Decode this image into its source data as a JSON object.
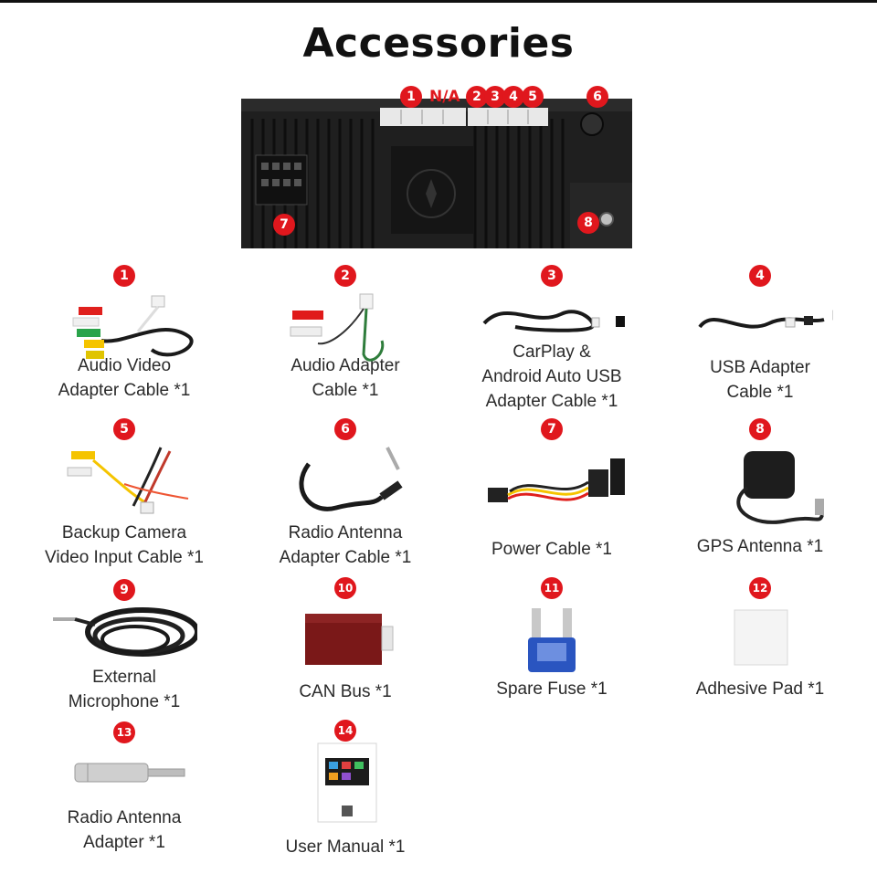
{
  "title": "Accessories",
  "unit_labels": {
    "b1": "1",
    "na": "N/A",
    "b2": "2",
    "b3": "3",
    "b4": "4",
    "b5": "5",
    "b6": "6",
    "b7": "7",
    "b8": "8"
  },
  "items": [
    {
      "num": "1",
      "label": "Audio Video\nAdapter Cable *1"
    },
    {
      "num": "2",
      "label": "Audio Adapter\nCable *1"
    },
    {
      "num": "3",
      "label": "CarPlay &\nAndroid Auto USB\nAdapter Cable *1"
    },
    {
      "num": "4",
      "label": "USB Adapter\nCable *1"
    },
    {
      "num": "5",
      "label": "Backup Camera\nVideo Input Cable *1"
    },
    {
      "num": "6",
      "label": "Radio Antenna\nAdapter Cable *1"
    },
    {
      "num": "7",
      "label": "Power Cable *1"
    },
    {
      "num": "8",
      "label": "GPS Antenna *1"
    },
    {
      "num": "9",
      "label": "External\nMicrophone *1"
    },
    {
      "num": "10",
      "label": "CAN Bus *1"
    },
    {
      "num": "11",
      "label": "Spare Fuse *1"
    },
    {
      "num": "12",
      "label": "Adhesive Pad *1"
    },
    {
      "num": "13",
      "label": "Radio Antenna\nAdapter *1"
    },
    {
      "num": "14",
      "label": "User Manual *1"
    }
  ],
  "colors": {
    "accent": "#e0171d",
    "unit": "#1e1e1e"
  }
}
